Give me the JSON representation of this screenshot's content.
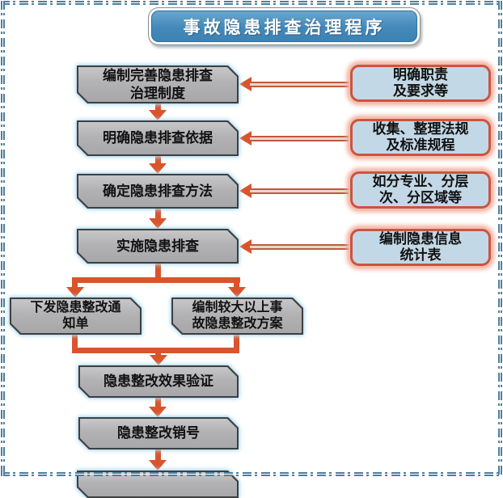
{
  "title": "事故隐患排查治理程序",
  "flow": {
    "steps": [
      {
        "id": 1,
        "label": "编制完善隐患排查\n治理制度"
      },
      {
        "id": 2,
        "label": "明确隐患排查依据"
      },
      {
        "id": 3,
        "label": "确定隐患排查方法"
      },
      {
        "id": 4,
        "label": "实施隐患排查"
      },
      {
        "id": 5,
        "label": "下发隐患整改通\n知单"
      },
      {
        "id": 6,
        "label": "编制较大以上事\n故隐患整改方案"
      },
      {
        "id": 7,
        "label": "隐患整改效果验证"
      },
      {
        "id": 8,
        "label": "隐患整改销号"
      },
      {
        "id": 9,
        "label": ""
      }
    ]
  },
  "callouts": [
    {
      "target_step": 1,
      "label": "明确职责\n及要求等"
    },
    {
      "target_step": 2,
      "label": "收集、整理法规\n及标准规程"
    },
    {
      "target_step": 3,
      "label": "如分专业、分层\n次、分区域等"
    },
    {
      "target_step": 4,
      "label": "编制隐患信息\n统计表"
    }
  ],
  "colors": {
    "title_fill": "#4289ba",
    "step_fill": "#b2b2b4",
    "step_border": "#3f3f3f",
    "step_glow": "#a6d4f0",
    "callout_fill": "#c3d8e6",
    "callout_border": "#cd5340",
    "callout_glow": "#f0ab97",
    "arrow": "#d9542c",
    "page_border": "#4e7f9d"
  }
}
